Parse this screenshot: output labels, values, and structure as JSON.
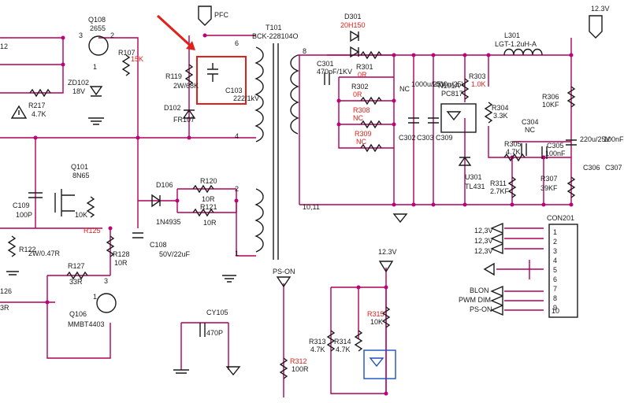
{
  "labels": {
    "pfc": "PFC",
    "t101": "T101",
    "t101_part": "BCK-228104O",
    "d301": "D301",
    "d301_part": "20H150",
    "v12": "12.3V",
    "l301": "L301",
    "l301_part": "LGT-1.2uH-A",
    "q108": "Q108",
    "q108_part": "2655",
    "r107": "R107",
    "r107_val": "15K",
    "zd102": "ZD102",
    "zd102_val": "18V",
    "r217": "R217",
    "r217_val": "4.7K",
    "r119": "R119",
    "r119_val": "2W/68K",
    "c103": "C103",
    "c103_val": "222/1kV",
    "d102": "D102",
    "d102_part": "FR107",
    "c301": "C301",
    "c301_val": "470pF/1KV",
    "r301": "R301",
    "r301_val": "0R",
    "r302": "R302",
    "r302_val": "0R",
    "r308": "R308",
    "r308_val": "NC",
    "r309": "R309",
    "r309_val": "NC",
    "nc_a": "NC",
    "c302": "C302",
    "c303": "C303",
    "c303_val": "1000u/25V",
    "c309": "C309",
    "c309_val": "1000u/25V",
    "n101a": "N101A",
    "n101a_part": "PC817",
    "r303": "R303",
    "r303_val": "1.0K",
    "r304": "R304",
    "r304_val": "3.3K",
    "r306": "R306",
    "r306_val": "10KF",
    "c304": "C304",
    "c304_val": "NC",
    "c306": "C306",
    "c306_val": "220u/25V",
    "c307": "C307",
    "c307_val": "100nF",
    "r305": "R305",
    "r305_val": "4.7K",
    "c305": "C305",
    "c305_val": "100nF",
    "u301": "U301",
    "u301_part": "TL431",
    "r311": "R311",
    "r311_val": "2.7KF",
    "r307": "R307",
    "r307_val": "39KF",
    "q101": "Q101",
    "q101_part": "8N65",
    "c109": "C109",
    "c109_val": "100P",
    "r_10k": "10K",
    "r125": "R125",
    "r122": "R122",
    "r122_val": "2W/0.47R",
    "r127": "R127",
    "r127_val": "33R",
    "r128": "R128",
    "r128_val": "10R",
    "q106": "Q106",
    "q106_part": "MMBT4403",
    "d106": "D106",
    "d106_part": "1N4935",
    "r120": "R120",
    "r120_val": "10R",
    "r121": "R121",
    "r121_val": "10R",
    "c108": "C108",
    "c108_val": "50V/22uF",
    "ps_on": "PS-ON",
    "cy105": "CY105",
    "cy105_val": "470P",
    "r315": "R315",
    "r315_val": "10K",
    "r313": "R313",
    "r313_val": "4.7K",
    "r314": "R314",
    "r314_val": "4.7K",
    "r312": "R312",
    "r312_val": "100R",
    "con201": "CON201",
    "pin_node": "10,11",
    "r126_left": "126",
    "r3_left": "3R",
    "r12_left": "12",
    "pin_labels": [
      "12,3V",
      "12,3V",
      "12,3V",
      "BLON",
      "PWM DIM",
      "PS-ON"
    ],
    "con_pins": [
      "1",
      "2",
      "3",
      "4",
      "5",
      "6",
      "7",
      "8",
      "9",
      "10"
    ],
    "tr_pins": [
      "6",
      "4",
      "8",
      "2",
      "1"
    ],
    "q_pins": [
      "3",
      "2",
      "1",
      "3",
      "1"
    ]
  }
}
